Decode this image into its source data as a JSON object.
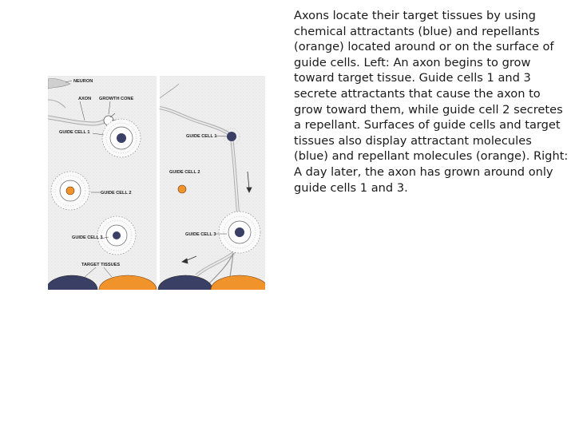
{
  "caption": "Axons locate their target tissues by using chemical attractants (blue) and repellants (orange) located around or on the surface of guide cells. Left: An axon begins to grow toward target tissue. Guide cells 1 and 3 secrete attractants that cause the axon to grow toward them, while guide cell 2 secretes a repellant. Surfaces of guide cells and target tissues also display attractant molecules (blue) and repellant molecules (orange). Right: A day later, the axon has grown around only guide cells 1 and 3.",
  "figure": {
    "left_panel": {
      "neuron": "NEURON",
      "axon": "AXON",
      "growth_cone": "GROWTH CONE",
      "guide_cell_1": "GUIDE CELL 1",
      "guide_cell_2": "GUIDE CELL 2",
      "guide_cell_3": "GUIDE CELL 3",
      "target_tissues": "TARGET TISSUES"
    },
    "right_panel": {
      "guide_cell_1": "GUIDE CELL 1",
      "guide_cell_2": "GUIDE CELL 2",
      "guide_cell_3": "GUIDE CELL 3"
    }
  },
  "colors": {
    "attractant": "#3a3f66",
    "repellant": "#f0932b",
    "panel_bg": "#f4f4f4"
  }
}
